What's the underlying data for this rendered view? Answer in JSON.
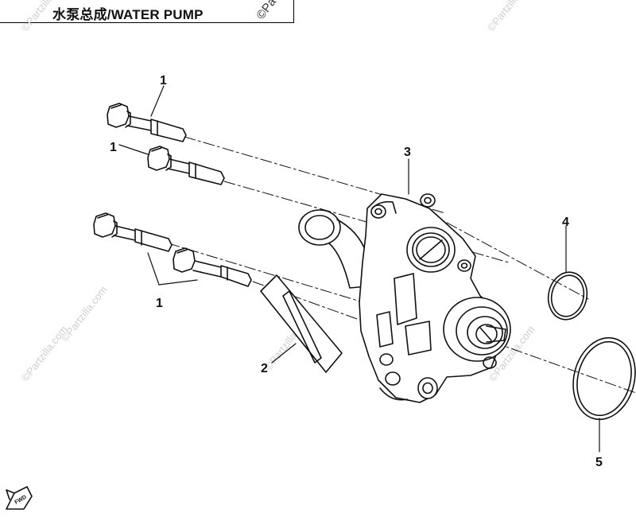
{
  "header": {
    "title": "水泵总成/WATER PUMP"
  },
  "watermark": {
    "text": "©Partzilla.com",
    "top_text": "©Pa"
  },
  "callouts": {
    "c1a": "1",
    "c1b": "1",
    "c1c": "1",
    "c2": "2",
    "c3": "3",
    "c4": "4",
    "c5": "5"
  },
  "fwd": {
    "label": "FWD"
  },
  "colors": {
    "line": "#111111",
    "watermark": "#cfcfcf"
  }
}
